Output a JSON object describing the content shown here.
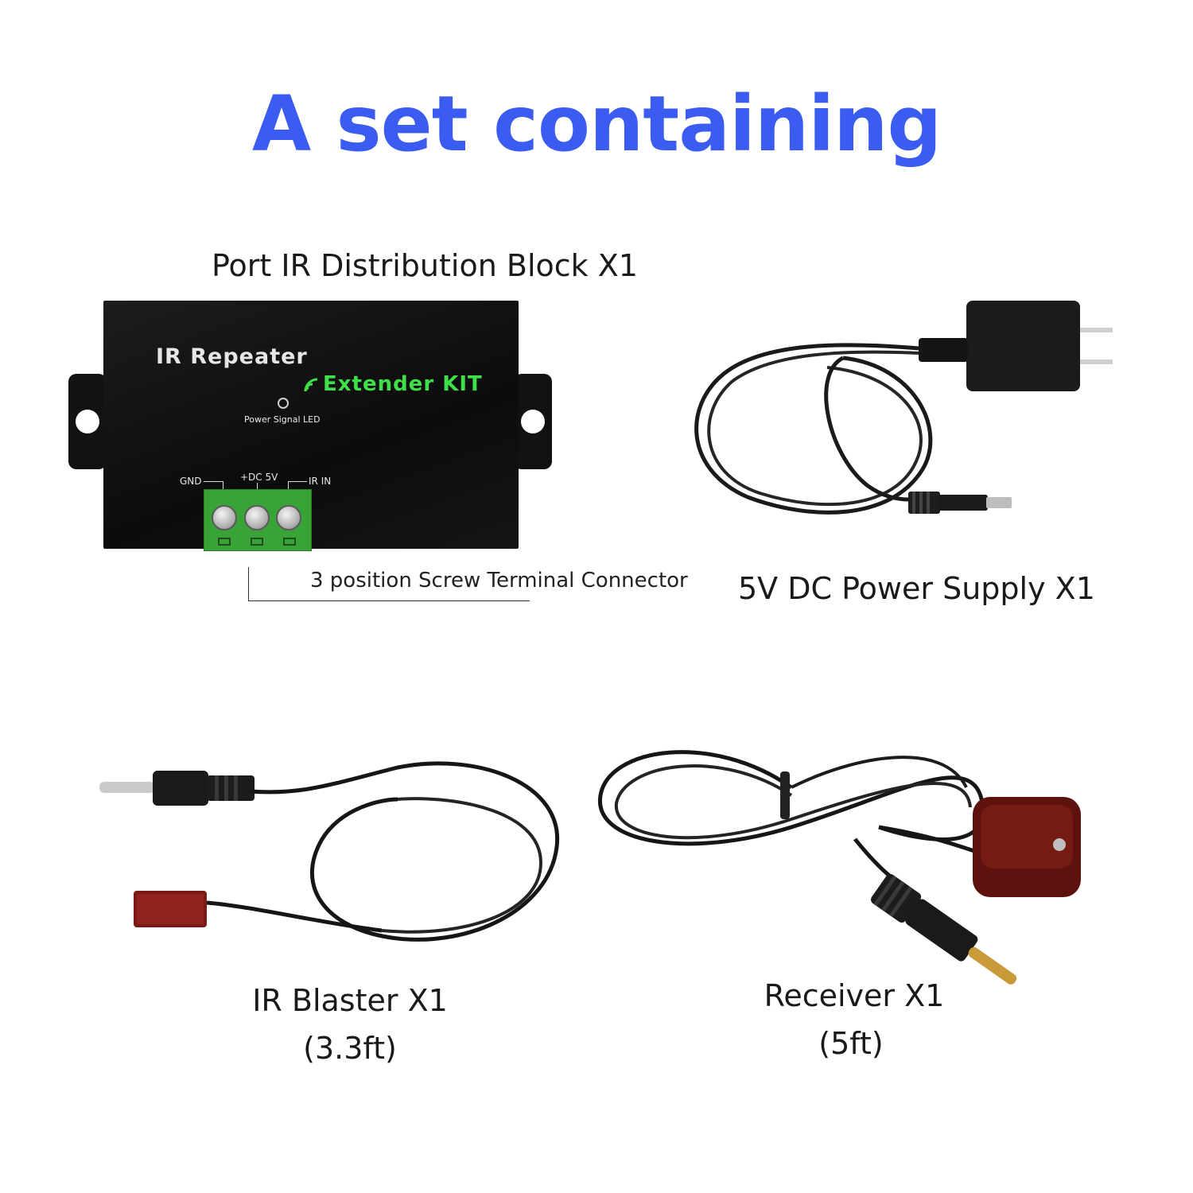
{
  "headline": {
    "text": "A set containing",
    "color": "#3a5cf0"
  },
  "items": {
    "block": {
      "caption": "Port IR Distribution Block  X1"
    },
    "power": {
      "caption": "5V DC Power Supply   X1"
    },
    "blaster": {
      "caption": "IR Blaster  X1",
      "length": "(3.3ft)"
    },
    "receiver": {
      "caption": "Receiver  X1",
      "length": "(5ft)"
    }
  },
  "device": {
    "title": "IR Repeater",
    "subtitle": "Extender KIT",
    "led_label": "Power Signal LED",
    "pins": [
      "GND",
      "+DC 5V",
      "IR IN"
    ],
    "connector_note": "3 position Screw Terminal Connector",
    "accent_green": "#3ee04a",
    "terminal_green": "#3aa337"
  },
  "icons": [
    "wifi-signal-icon",
    "led-indicator-icon"
  ]
}
